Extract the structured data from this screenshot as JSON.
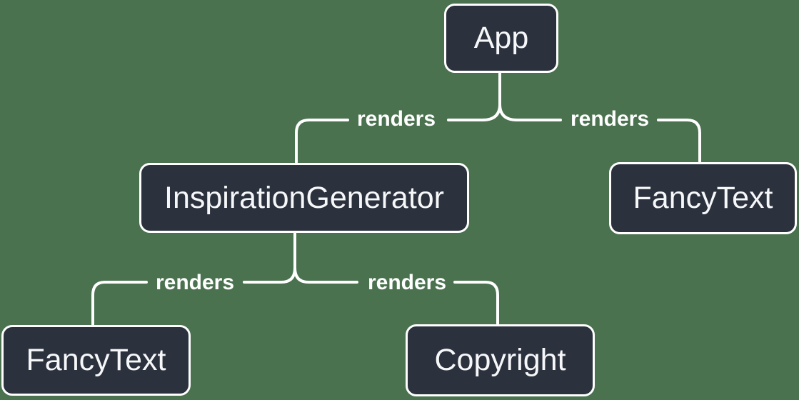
{
  "diagram": {
    "type": "render-tree",
    "colors": {
      "background": "#4A724F",
      "node_fill": "#2B313D",
      "node_border": "#FFFFFF",
      "line": "#FFFFFF",
      "text": "#F6F7F9"
    },
    "nodes": [
      {
        "id": "app",
        "label": "App"
      },
      {
        "id": "inspiration-generator",
        "label": "InspirationGenerator"
      },
      {
        "id": "fancy-text-right",
        "label": "FancyText"
      },
      {
        "id": "fancy-text-left",
        "label": "FancyText"
      },
      {
        "id": "copyright",
        "label": "Copyright"
      }
    ],
    "edges": [
      {
        "from": "App",
        "to": "InspirationGenerator",
        "label": "renders"
      },
      {
        "from": "App",
        "to": "FancyText",
        "label": "renders"
      },
      {
        "from": "InspirationGenerator",
        "to": "FancyText",
        "label": "renders"
      },
      {
        "from": "InspirationGenerator",
        "to": "Copyright",
        "label": "renders"
      }
    ]
  }
}
